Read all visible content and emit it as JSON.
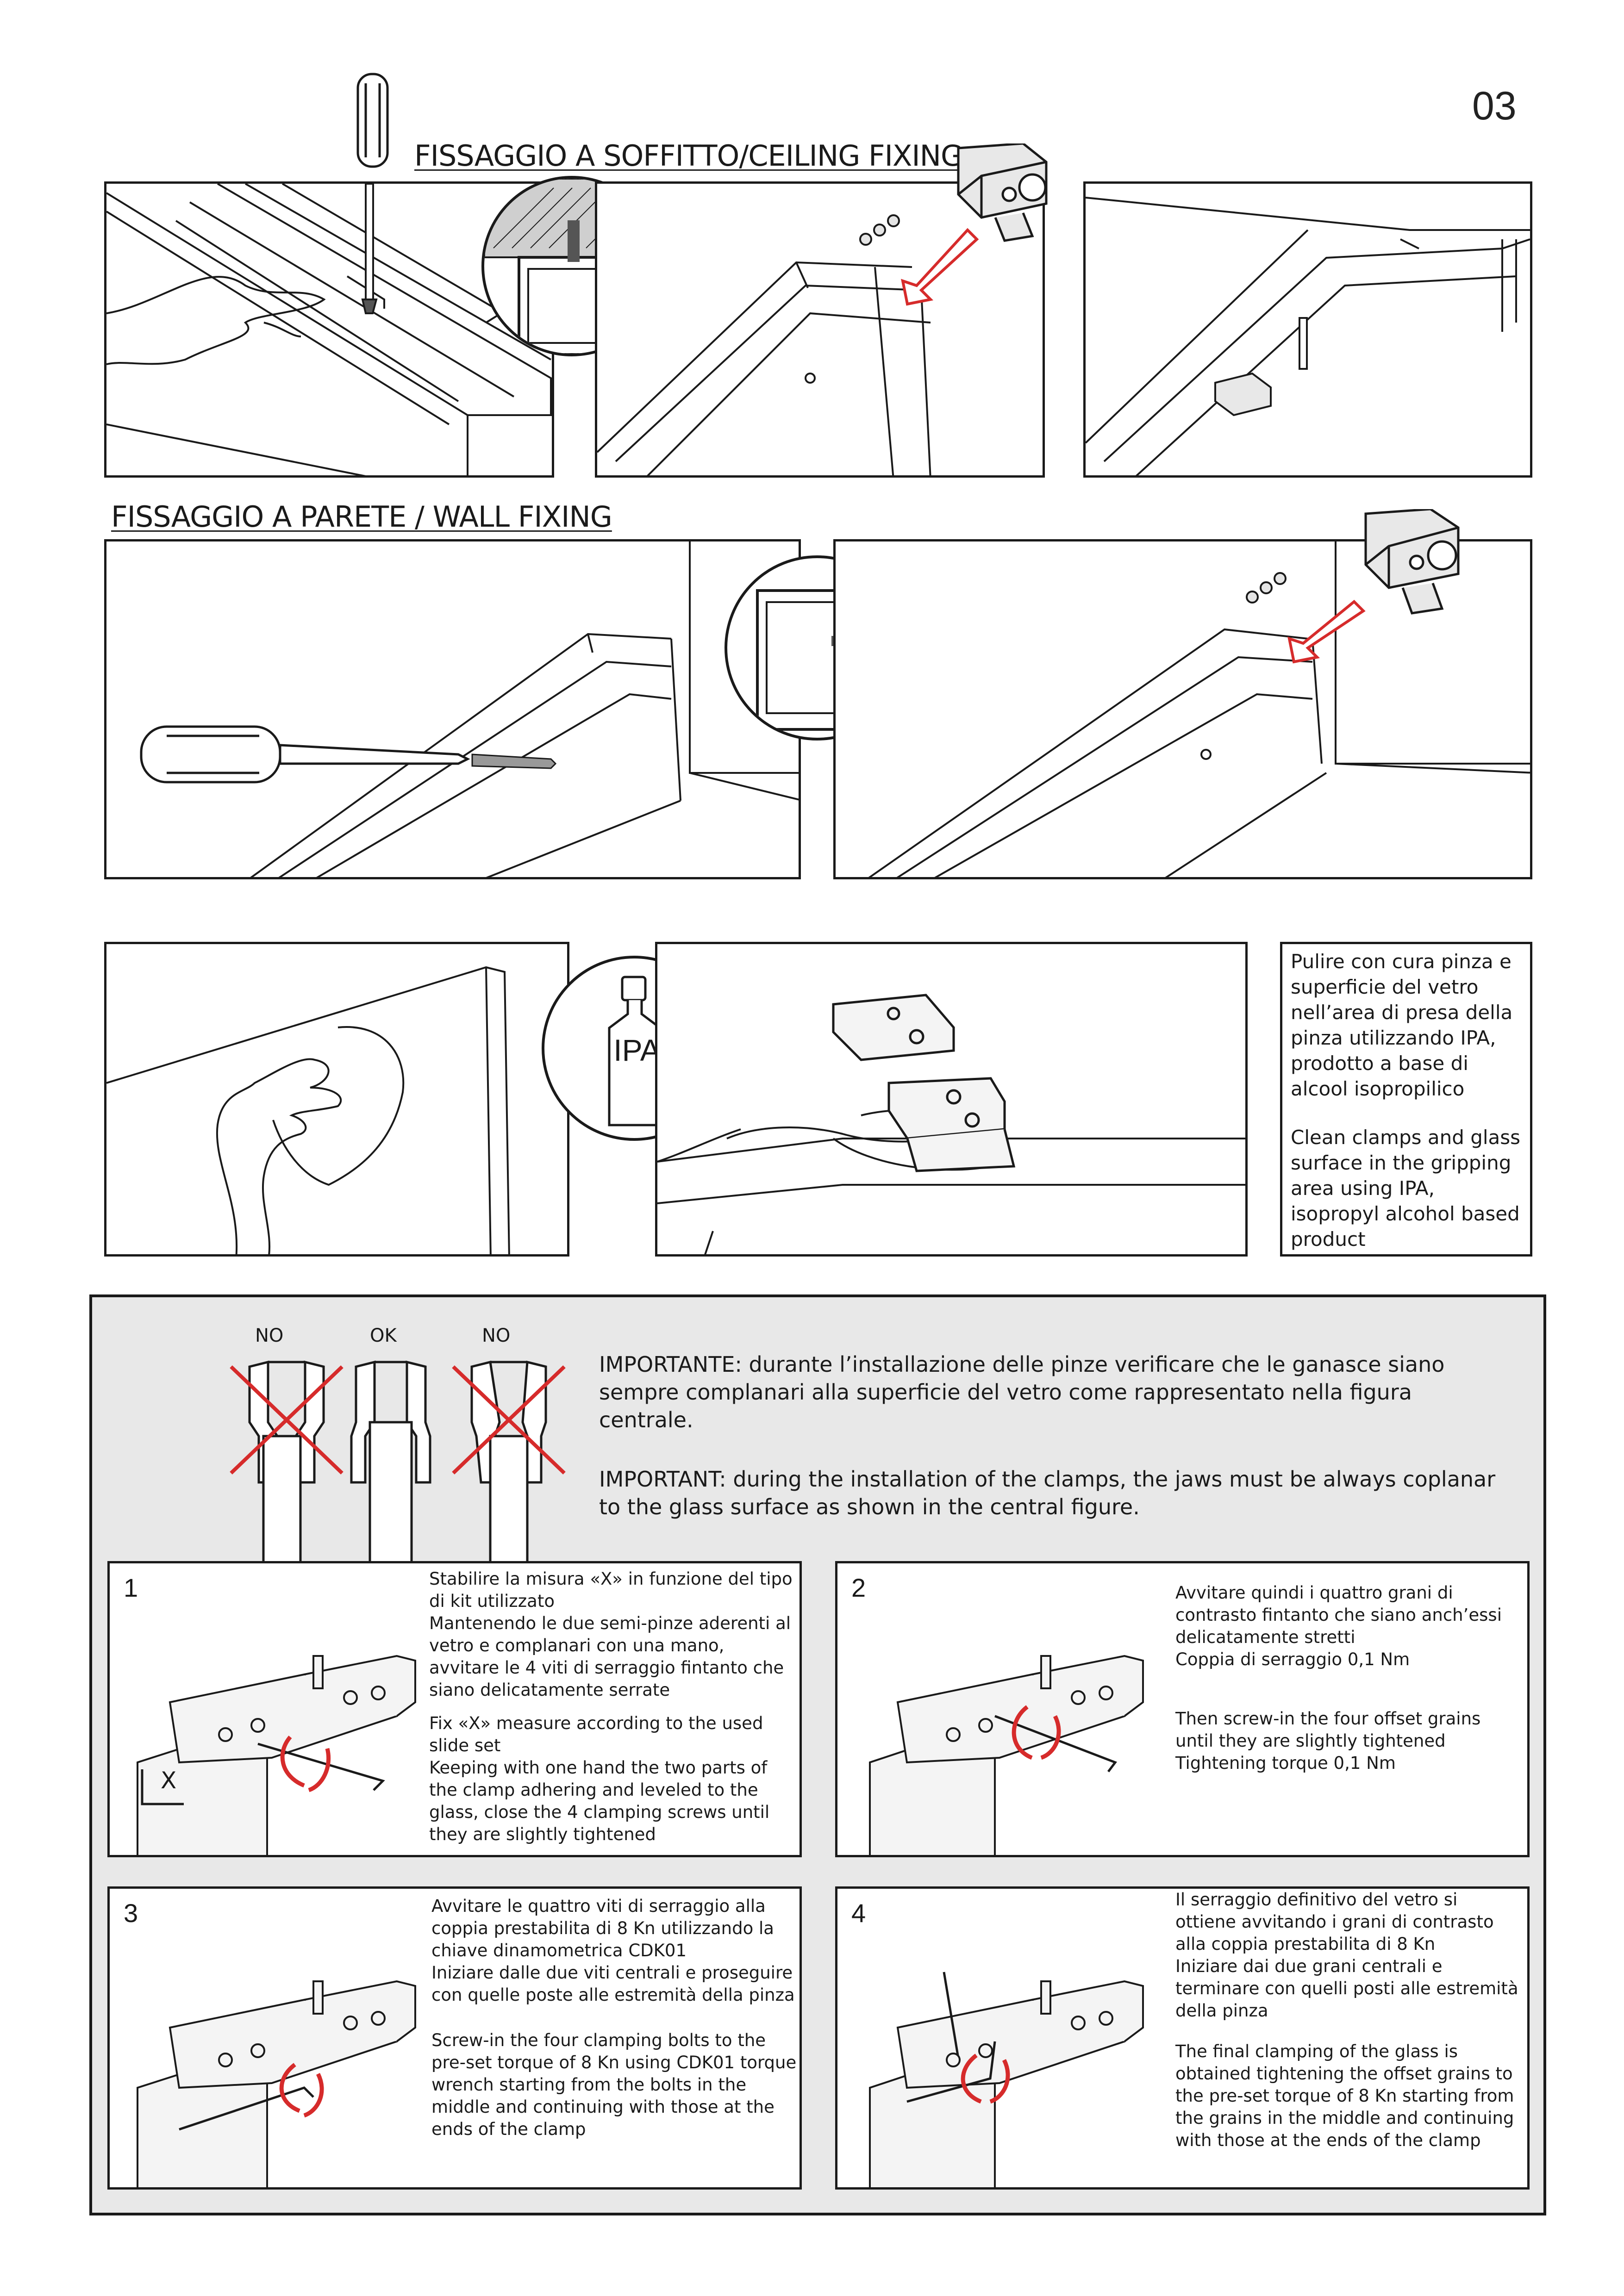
{
  "page_number": "03",
  "ceiling": {
    "heading": "FISSAGGIO A SOFFITTO/CEILING FIXING"
  },
  "wall": {
    "heading": "FISSAGGIO A PARETE / WALL FIXING"
  },
  "cleaning": {
    "bottle_label": "IPA",
    "text_it": "Pulire con cura pinza e superficie del vetro nell’area di presa della pinza utilizzando IPA, prodotto a base di alcool isopropilico",
    "text_en": "Clean clamps and glass surface in the gripping area using IPA, isopropyl alcohol based product"
  },
  "important": {
    "labels": [
      "NO",
      "OK",
      "NO"
    ],
    "text_it": "IMPORTANTE: durante l’installazione delle pinze verificare che le ganasce siano sempre complanari alla superficie del vetro come rappresentato nella figura centrale.",
    "text_en": "IMPORTANT: during the installation of the clamps, the jaws must be always coplanar to the glass surface as shown in the central figure."
  },
  "steps": [
    {
      "number": "1",
      "text_it_1": "Stabilire la misura «X» in funzione del tipo di kit utilizzato",
      "text_it_2": "Mantenendo le due semi-pinze aderenti al vetro e complanari con una mano, avvitare le 4 viti di serraggio fintanto che siano delicatamente serrate",
      "text_en_1": "Fix «X» measure according to the used slide set",
      "text_en_2": "Keeping with one hand the two parts of the clamp adhering and leveled to the glass, close the 4 clamping screws until they are slightly tightened",
      "dimension_label": "X"
    },
    {
      "number": "2",
      "text_it_1": "Avvitare quindi i quattro grani di contrasto fintanto che siano anch’essi delicatamente stretti",
      "text_it_2": "Coppia di serraggio 0,1 Nm",
      "text_en_1": "Then screw-in the four offset grains until they are slightly tightened",
      "text_en_2": "Tightening torque 0,1 Nm"
    },
    {
      "number": "3",
      "text_it_1": "Avvitare le quattro viti di serraggio alla coppia prestabilita di 8 Kn utilizzando la chiave dinamometrica CDK01",
      "text_it_2": "Iniziare dalle due viti centrali e proseguire con quelle poste alle estremità della pinza",
      "text_en_1": "Screw-in the four clamping bolts to the pre-set torque of 8 Kn using CDK01 torque wrench starting from the bolts in the middle and continuing with those at the ends of the clamp"
    },
    {
      "number": "4",
      "text_it_1": "Il serraggio definitivo del vetro si ottiene avvitando i grani di contrasto alla coppia prestabilita di 8 Kn",
      "text_it_2": "Iniziare dai due grani centrali e terminare con quelli posti alle estremità della pinza",
      "text_en_1": "The final clamping of the glass is obtained  tightening the offset grains to the pre-set torque of 8 Kn starting from the grains in the middle and continuing with those at the ends of the clamp"
    }
  ]
}
